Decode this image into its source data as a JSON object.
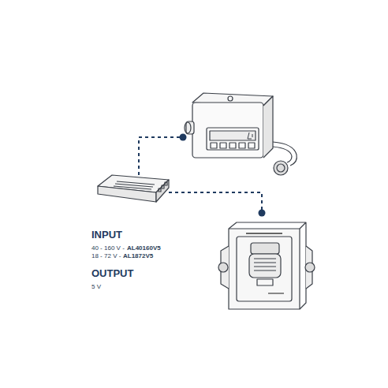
{
  "diagram": {
    "labels": [
      "INPUT",
      "40 - 160 V -",
      "AL40160V5",
      "18 - 72 V -",
      "AL1872V5",
      "OUTPUT",
      "5 V"
    ]
  }
}
